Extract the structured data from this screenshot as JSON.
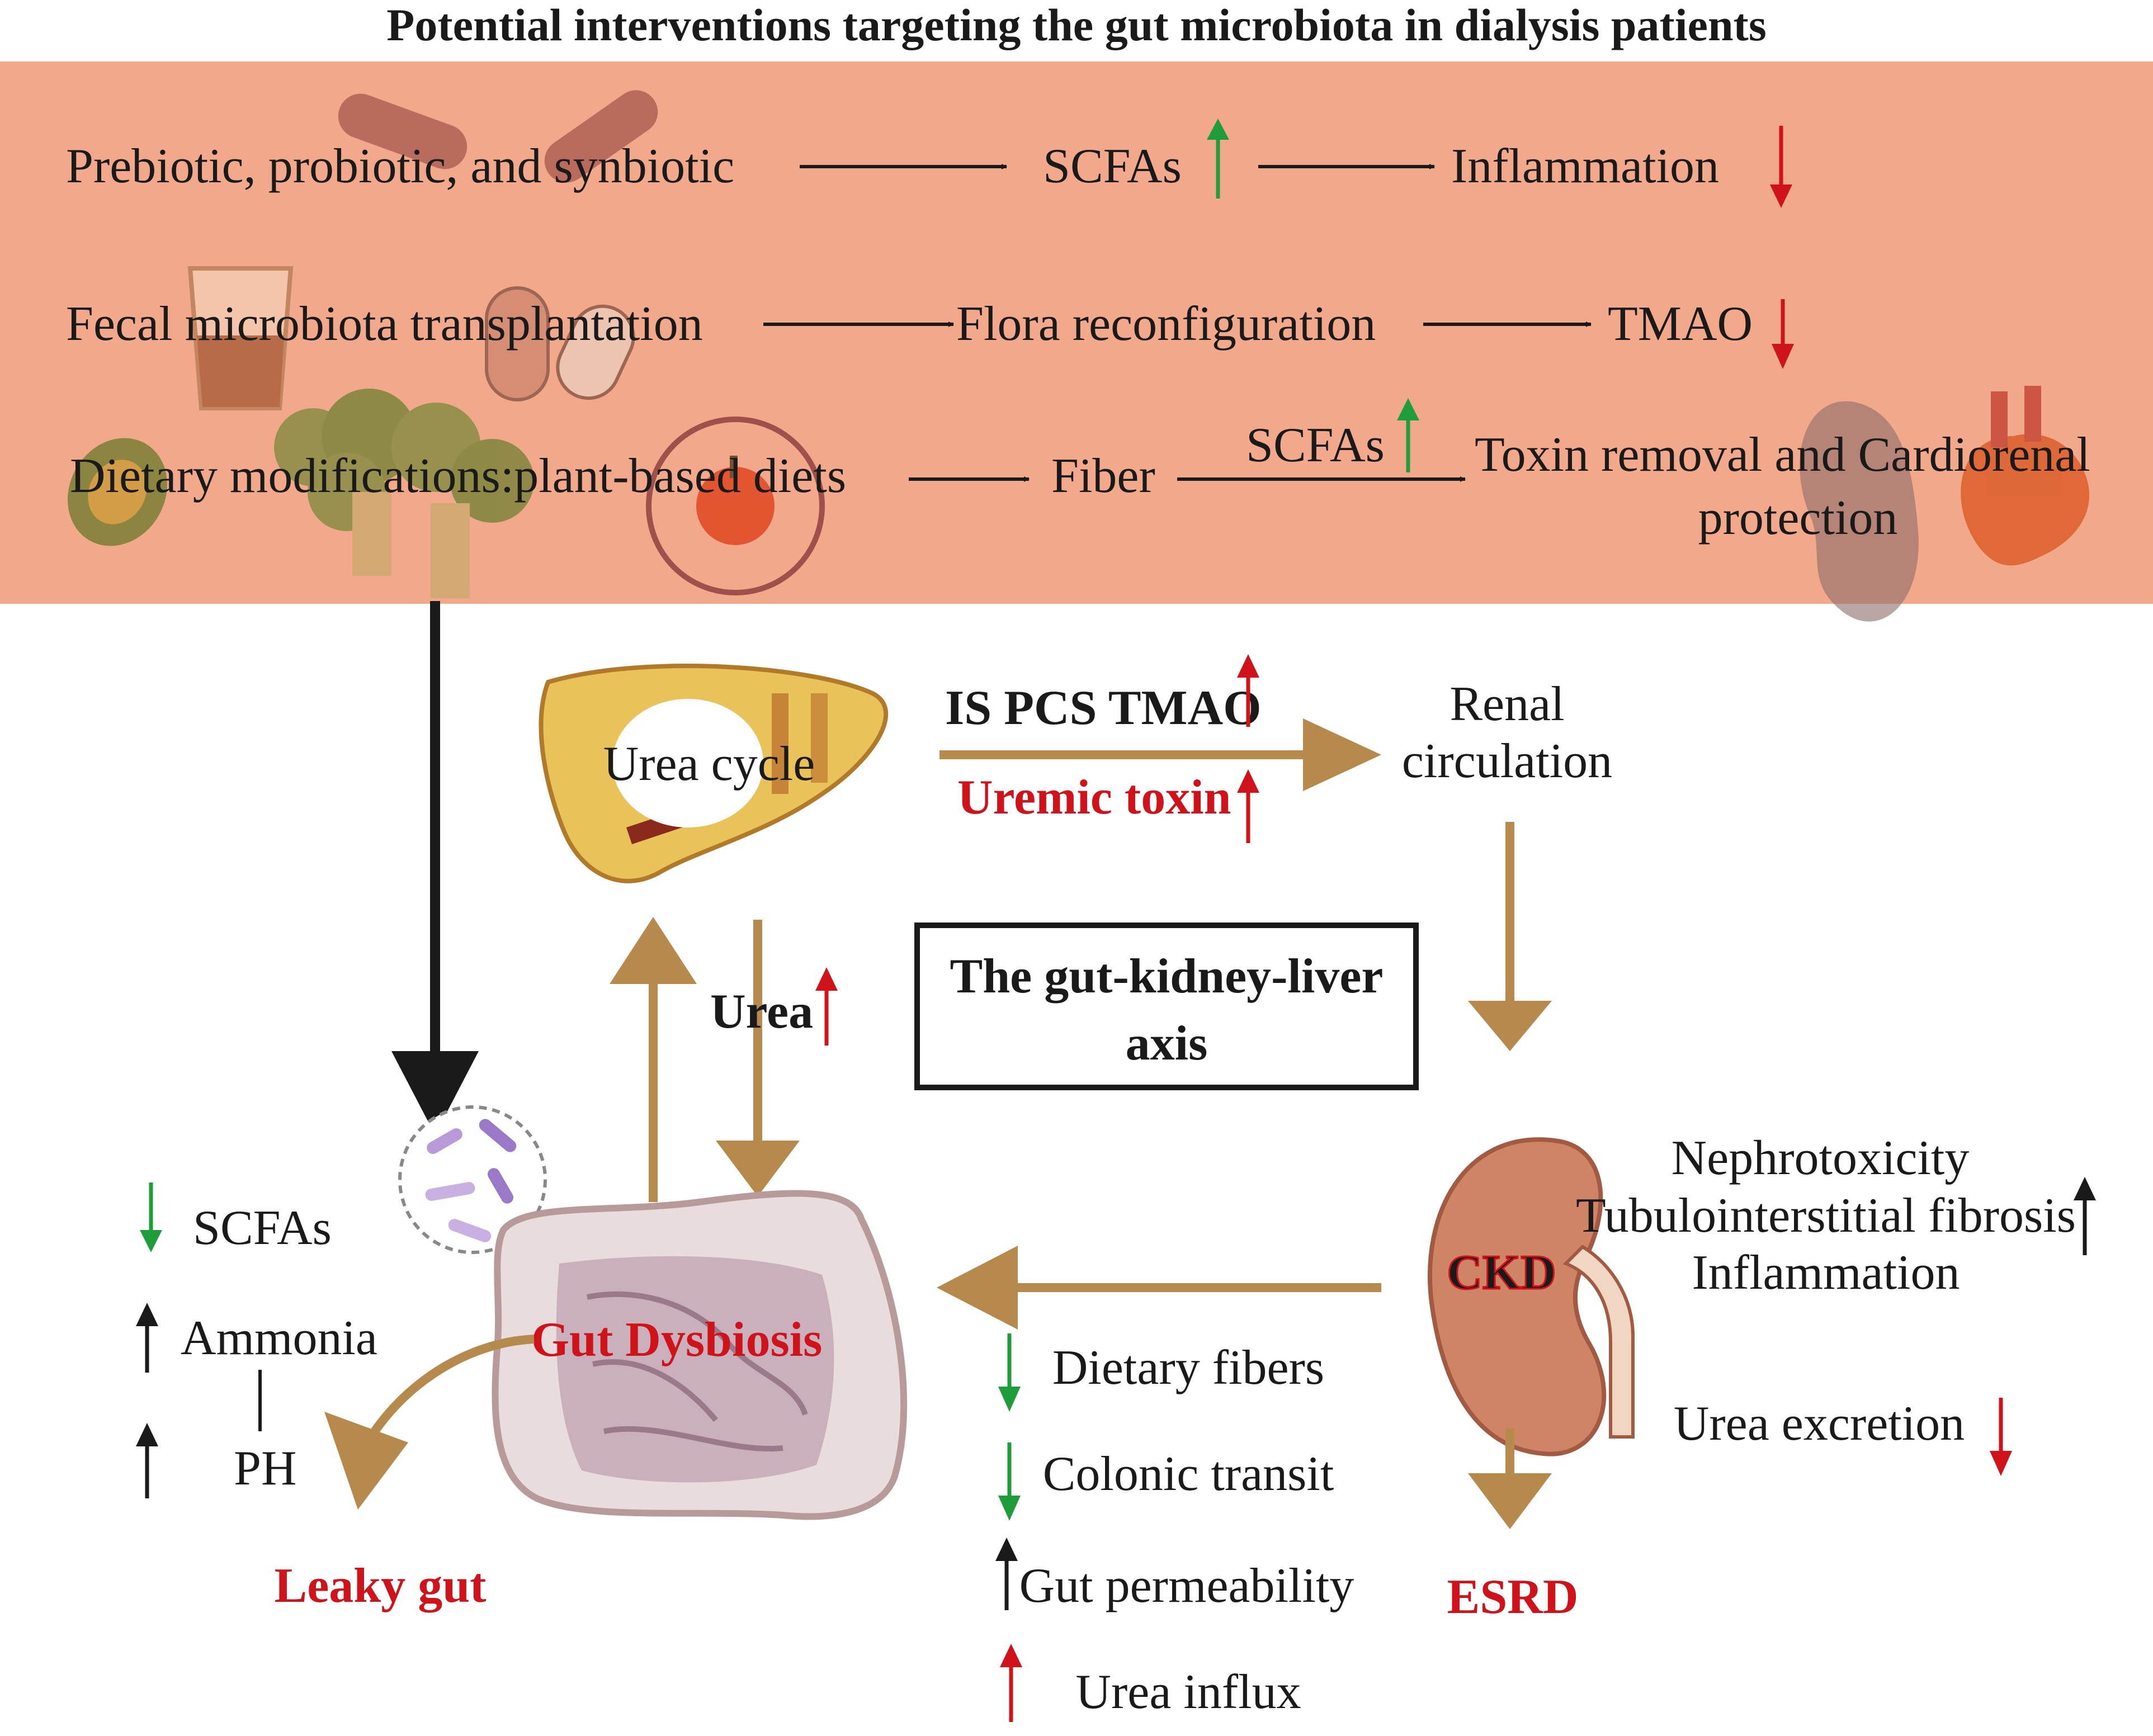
{
  "title": "Potential interventions targeting the gut microbiota in dialysis patients",
  "interventions": {
    "row1": {
      "source": "Prebiotic, probiotic, and synbiotic",
      "middle": "SCFAs",
      "result": "Inflammation"
    },
    "row2": {
      "source": "Fecal microbiota transplantation",
      "middle": "Flora reconfiguration",
      "result": "TMAO"
    },
    "row3": {
      "source": "Dietary modifications:plant-based diets",
      "middle": "Fiber",
      "arrow_label": "SCFAs",
      "result_line1": "Toxin removal and Cardiorenal",
      "result_line2": "protection"
    }
  },
  "axis": {
    "liver_label": "Urea cycle",
    "toxins_label": "IS PCS TMAO",
    "uremic_toxin_label": "Uremic toxin",
    "renal_line1": "Renal",
    "renal_line2": "circulation",
    "center_line1": "The gut-kidney-liver",
    "center_line2": "axis",
    "urea_label": "Urea",
    "gut_label": "Gut Dysbiosis",
    "ckd_label": "CKD",
    "esrd_label": "ESRD",
    "leaky_gut_label": "Leaky gut"
  },
  "gut_effects": {
    "scfas": "SCFAs",
    "ammonia": "Ammonia",
    "ph": "PH"
  },
  "kidney_effects": {
    "nephrotoxicity": "Nephrotoxicity",
    "fibrosis": "Tubulointerstitial fibrosis",
    "inflammation": "Inflammation",
    "urea_excretion": "Urea excretion"
  },
  "ckd_to_gut_effects": {
    "dietary_fibers": "Dietary fibers",
    "colonic_transit": "Colonic transit",
    "gut_permeability": "Gut permeability",
    "urea_influx": "Urea influx"
  },
  "colors": {
    "top_panel": "#f2a98b",
    "axis_arrow": "#b58a4c",
    "increase_red": "#d0121b",
    "increase_green": "#1f9d3a",
    "text": "#1a1a1a"
  }
}
